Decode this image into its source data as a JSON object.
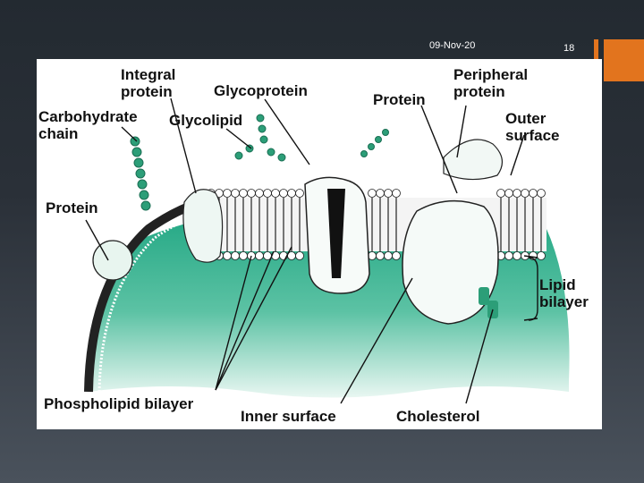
{
  "slide": {
    "date": "09-Nov-20",
    "number": "18",
    "accent_color": "#e2741e"
  },
  "diagram": {
    "labels": {
      "integral_protein": "Integral\nprotein",
      "glycoprotein": "Glycoprotein",
      "peripheral_protein": "Peripheral\nprotein",
      "protein_top": "Protein",
      "carbohydrate_chain": "Carbohydrate\nchain",
      "glycolipid": "Glycolipid",
      "outer_surface": "Outer\nsurface",
      "protein_left": "Protein",
      "lipid_bilayer": "Lipid\nbilayer",
      "phospholipid_bilayer": "Phospholipid bilayer",
      "inner_surface": "Inner surface",
      "cholesterol": "Cholesterol"
    },
    "colors": {
      "cytoplasm": "#1fa682",
      "cytoplasm_light": "#c8ece0",
      "lipid_head": "#ffffff",
      "protein_fill": "#eef7f3",
      "carbohydrate": "#2c9e78"
    }
  }
}
